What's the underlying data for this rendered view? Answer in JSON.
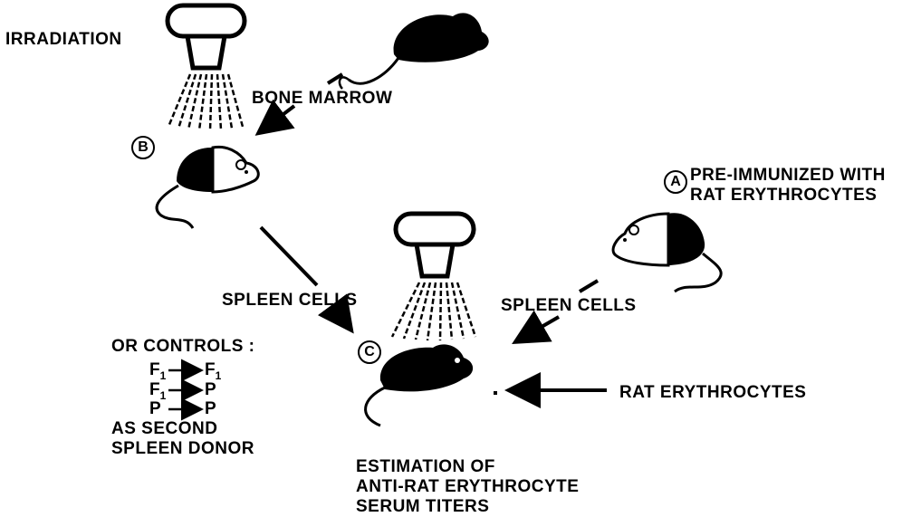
{
  "labels": {
    "irradiation": "IRRADIATION",
    "bone_marrow": "BONE MARROW",
    "pre_immunized_line1": "PRE-IMMUNIZED WITH",
    "pre_immunized_line2": "RAT ERYTHROCYTES",
    "spleen_cells_left": "SPLEEN CELLS",
    "spleen_cells_right": "SPLEEN CELLS",
    "rat_erythrocytes": "RAT ERYTHROCYTES",
    "or_controls": "OR CONTROLS :",
    "as_second": "AS SECOND",
    "spleen_donor": "SPLEEN DONOR",
    "estimation_line1": "ESTIMATION OF",
    "estimation_line2": "ANTI-RAT ERYTHROCYTE",
    "estimation_line3": "SERUM TITERS"
  },
  "markers": {
    "a": "A",
    "b": "B",
    "c": "C"
  },
  "controls": [
    {
      "from": "F",
      "from_sub": "1",
      "to": "F",
      "to_sub": "1"
    },
    {
      "from": "F",
      "from_sub": "1",
      "to": "P",
      "to_sub": ""
    },
    {
      "from": "P",
      "from_sub": "",
      "to": "P",
      "to_sub": ""
    }
  ],
  "colors": {
    "ink": "#000000",
    "background": "#ffffff"
  }
}
